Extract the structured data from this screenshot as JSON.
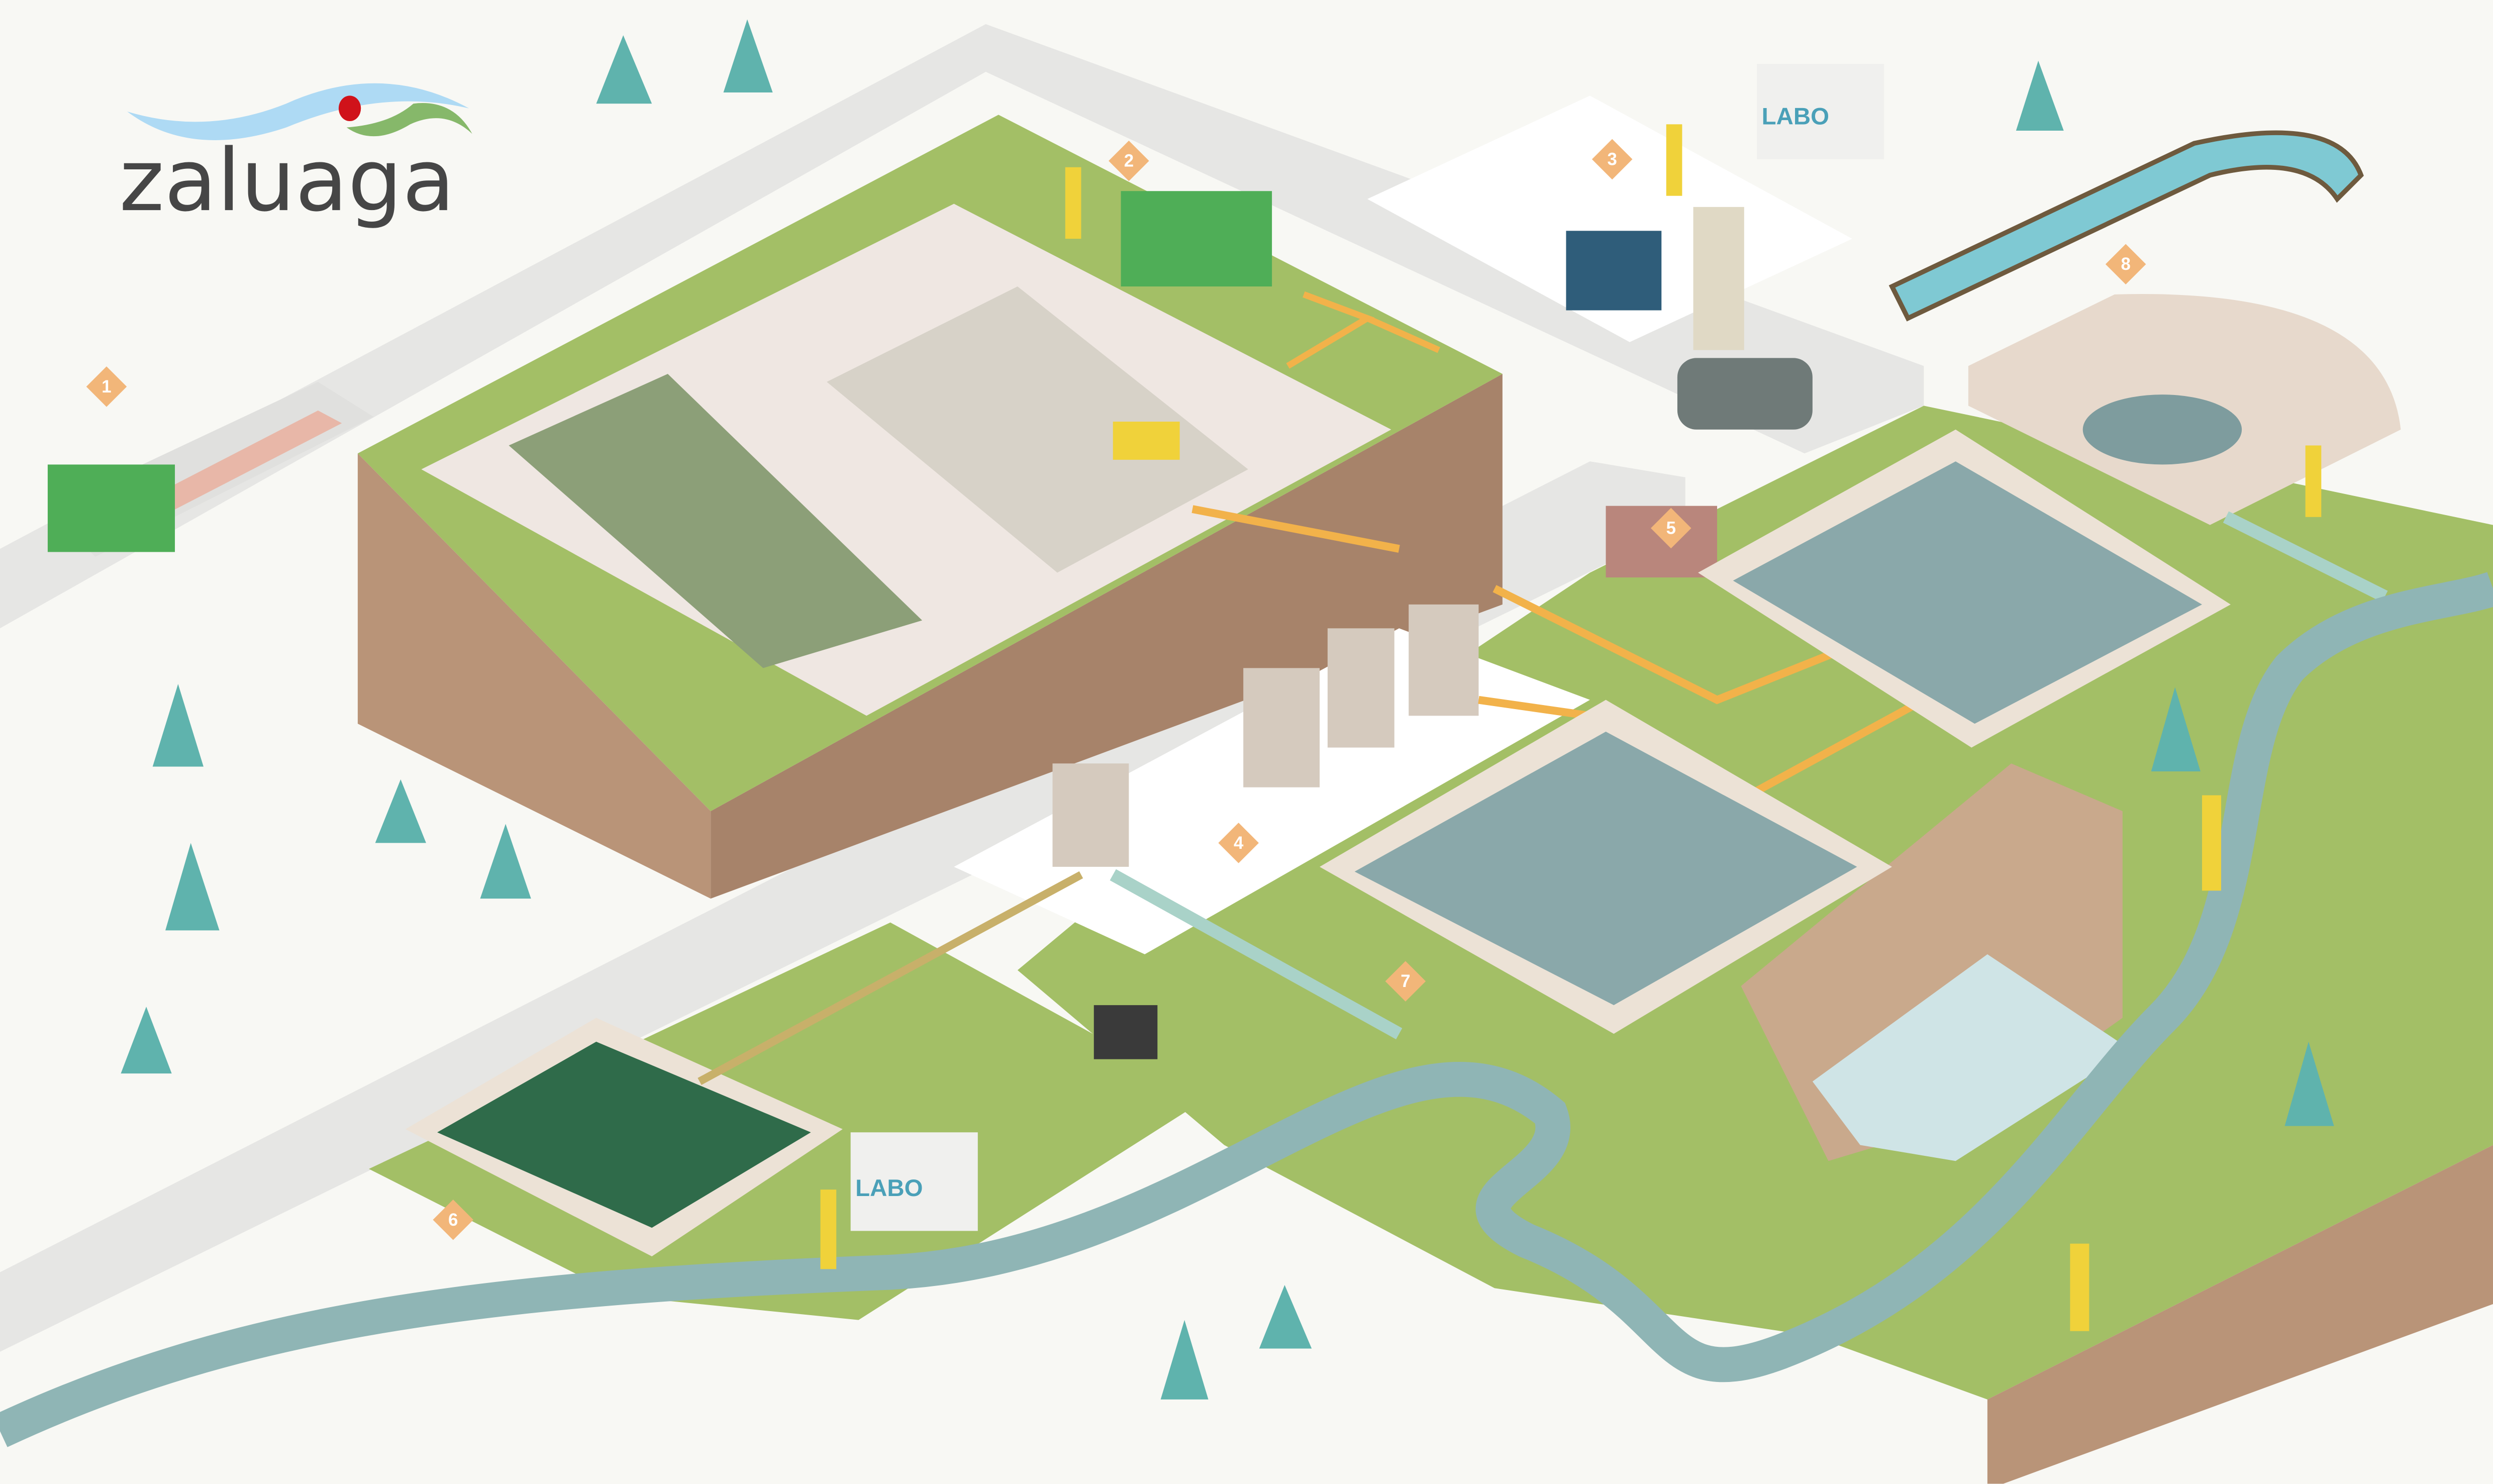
{
  "logo": {
    "text": "zaluaga",
    "colors": {
      "wave": "#aedaf4",
      "dot": "#d0121a",
      "hill": "#86b86a",
      "text": "#464646"
    }
  },
  "markers": [
    {
      "label": "1",
      "site": "entrance-gate"
    },
    {
      "label": "2",
      "site": "landfill-cell"
    },
    {
      "label": "3",
      "site": "biogas-plant"
    },
    {
      "label": "4",
      "site": "leachate-tanks"
    },
    {
      "label": "5",
      "site": "pumping-station"
    },
    {
      "label": "6",
      "site": "reed-beds"
    },
    {
      "label": "7",
      "site": "lagoon"
    },
    {
      "label": "8",
      "site": "storage-basin"
    }
  ],
  "trucks": {
    "labo_top": "LABO",
    "labo_bottom": "LABO"
  },
  "colors": {
    "background": "#f8f8f4",
    "road": "#e6e6e4",
    "grass": "#a3bf66",
    "earth": "#b99478",
    "water": "#8aa8aa",
    "river": "#8fb5b5",
    "marker": "#f2b679",
    "pipe": "#f2b24a",
    "tree": "#5fb3ad"
  }
}
